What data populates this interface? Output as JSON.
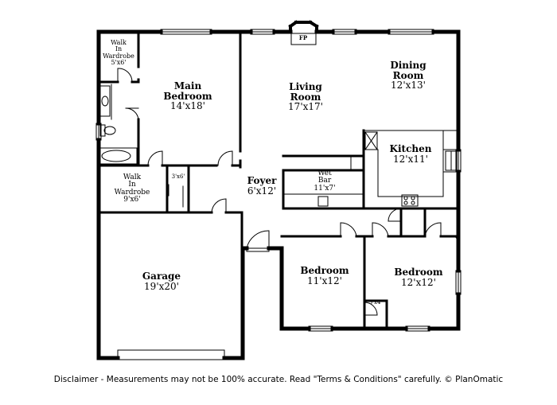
{
  "rooms": {
    "walk_in_wardrobe_top": {
      "name_lines": [
        "Walk",
        "In",
        "Wardrobe"
      ],
      "dims": "5'x6'"
    },
    "main_bedroom": {
      "name_lines": [
        "Main",
        "Bedroom"
      ],
      "dims": "14'x18'"
    },
    "living_room": {
      "name_lines": [
        "Living",
        "Room"
      ],
      "dims": "17'x17'"
    },
    "dining_room": {
      "name_lines": [
        "Dining",
        "Room"
      ],
      "dims": "12'x13'"
    },
    "fireplace": {
      "name": "FP"
    },
    "kitchen": {
      "name_lines": [
        "Kitchen"
      ],
      "dims": "12'x11'"
    },
    "walk_in_wardrobe_bottom": {
      "name_lines": [
        "Walk",
        "In",
        "Wardrobe"
      ],
      "dims": "9'x6'"
    },
    "closet_hall": {
      "dims": "3'x6'"
    },
    "foyer": {
      "name_lines": [
        "Foyer"
      ],
      "dims": "6'x12'"
    },
    "wet_bar": {
      "name_lines": [
        "Wet",
        "Bar"
      ],
      "dims": "11'x7'"
    },
    "garage": {
      "name_lines": [
        "Garage"
      ],
      "dims": "19'x20'"
    },
    "bedroom_2": {
      "name_lines": [
        "Bedroom"
      ],
      "dims": "11'x12'"
    },
    "bedroom_3": {
      "name_lines": [
        "Bedroom"
      ],
      "dims": "12'x12'"
    },
    "closet_small": {
      "dims": "3'x4'"
    }
  },
  "disclaimer": "Disclaimer - Measurements may not be 100% accurate. Read \"Terms & Conditions\" carefully. © PlanOmatic"
}
